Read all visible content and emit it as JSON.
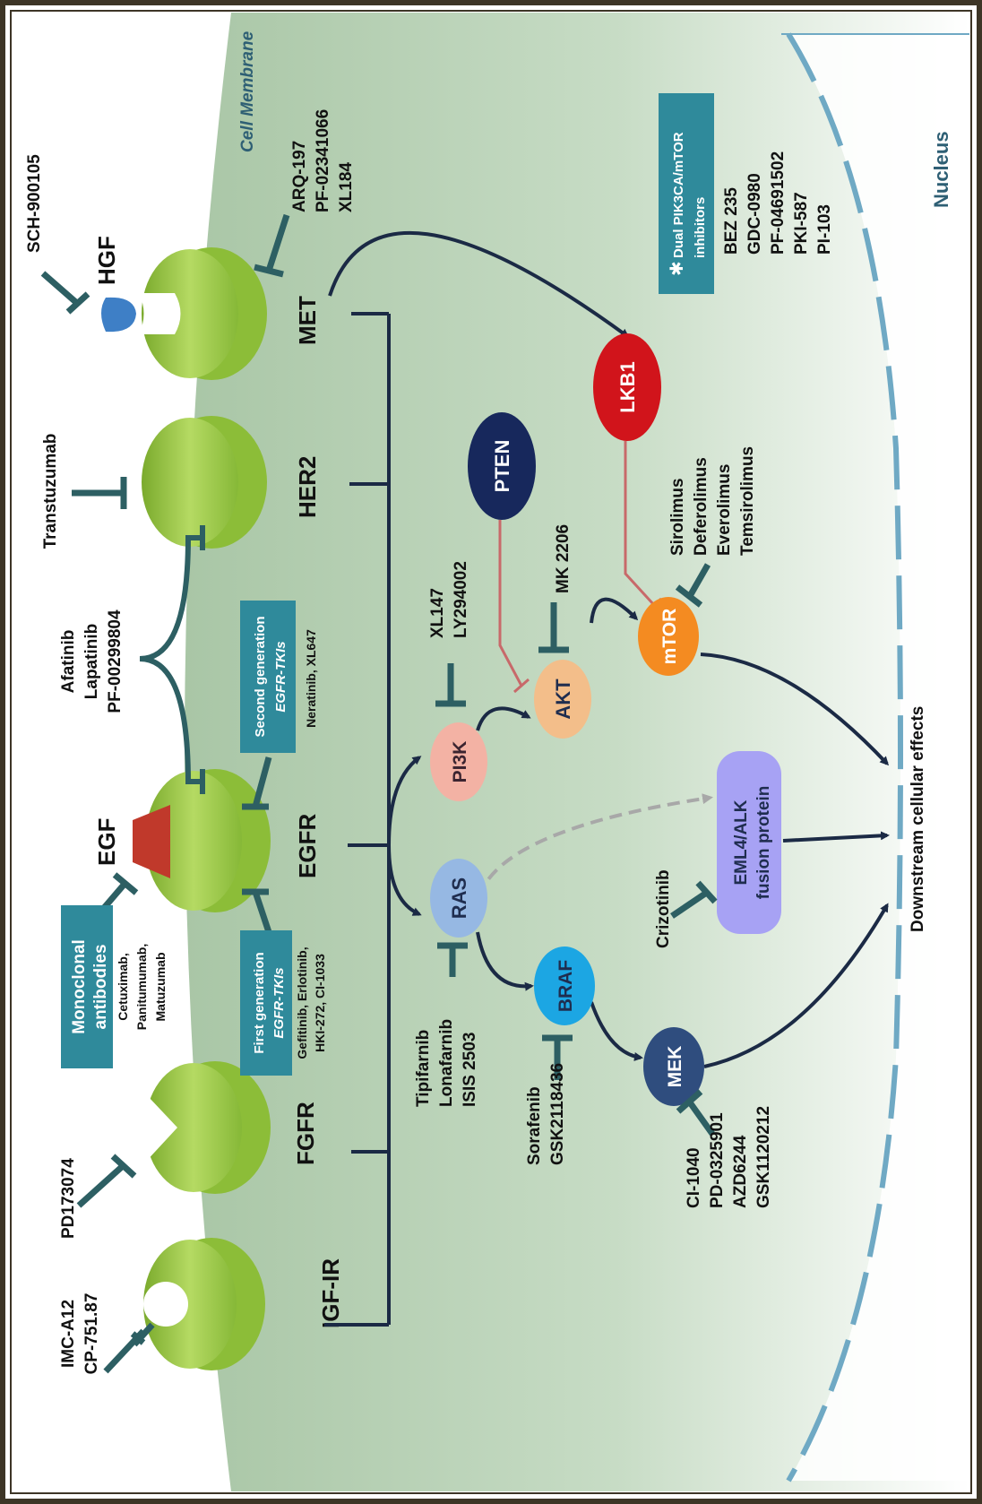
{
  "colors": {
    "frame": "#3d3526",
    "cell": "#b4ceb1",
    "membrane_label": "#2e5f74",
    "receptor": "#8fbf3a",
    "receptor_light": "#b8dd6a",
    "inhibitor": "#2d5f63",
    "arrow": "#1b2a45",
    "red_inhibition": "#c8696a",
    "box_teal": "#2f8a9b",
    "egf_ligand": "#c0392b",
    "hgf_ligand": "#3e7fc6",
    "nucleus_dash": "#6fa9c4",
    "ras": "#96b8e3",
    "pi3k": "#f3b2a4",
    "akt": "#f3be8a",
    "mtor": "#f48b21",
    "braf": "#1ca6e3",
    "mek": "#2f4d7e",
    "pten": "#17285c",
    "lkb1": "#d1141b",
    "eml4alk": "#a7a2f4",
    "icon_names": [
      "receptor-icon",
      "ligand-icon",
      "inhibitor-tbar-icon",
      "asterisk-icon"
    ]
  },
  "labels": {
    "cell_membrane": "Cell Membrane",
    "nucleus": "Nucleus",
    "downstream": "Downstream cellular effects"
  },
  "receptors": {
    "igfir": "IGF-IR",
    "fgfr": "FGFR",
    "egfr": "EGFR",
    "her2": "HER2",
    "met": "MET"
  },
  "ligands": {
    "egf": "EGF",
    "hgf": "HGF"
  },
  "nodes": {
    "ras": "RAS",
    "pi3k": "PI3K",
    "akt": "AKT",
    "mtor": "mTOR",
    "braf": "BRAF",
    "mek": "MEK",
    "pten": "PTEN",
    "lkb1": "LKB1",
    "eml4_line1": "EML4/ALK",
    "eml4_line2": "fusion protein"
  },
  "boxes": {
    "monoclonal_line1": "Monoclonal",
    "monoclonal_line2": "antibodies",
    "first_gen_line1": "First generation",
    "first_gen_line2": "EGFR-TKIs",
    "second_gen_line1": "Second generation",
    "second_gen_line2": "EGFR-TKIs",
    "dual_line1": "Dual PIK3CA/mTOR",
    "dual_line2": "inhibitors"
  },
  "drugs": {
    "igfir": [
      "IMC-A12",
      "CP-751.87"
    ],
    "fgfr": [
      "PD173074"
    ],
    "monoclonal": [
      "Cetuximab,",
      "Panitumumab,",
      "Matuzumab"
    ],
    "first_gen": [
      "Gefitinib, Erlotinib,",
      "HKI-272, CI-1033"
    ],
    "second_gen": [
      "Neratinib, XL647"
    ],
    "afatinib": [
      "Afatinib",
      "Lapatinib",
      "PF-00299804"
    ],
    "her2": [
      "Transtuzumab"
    ],
    "hgf": [
      "SCH-900105"
    ],
    "met": [
      "ARQ-197",
      "PF-02341066",
      "XL184"
    ],
    "ras": [
      "Tipifarnib",
      "Lonafarnib",
      "ISIS 2503"
    ],
    "pi3k": [
      "XL147",
      "LY294002"
    ],
    "akt": [
      "MK 2206"
    ],
    "braf": [
      "Sorafenib",
      "GSK2118436"
    ],
    "mek": [
      "CI-1040",
      "PD-0325901",
      "AZD6244",
      "GSK1120212"
    ],
    "eml4": [
      "Crizotinib"
    ],
    "mtor": [
      "Sirolimus",
      "Deferolimus",
      "Everolimus",
      "Temsirolimus"
    ],
    "dual": [
      "BEZ 235",
      "GDC-0980",
      "PF-04691502",
      "PKI-587",
      "PI-103"
    ]
  }
}
